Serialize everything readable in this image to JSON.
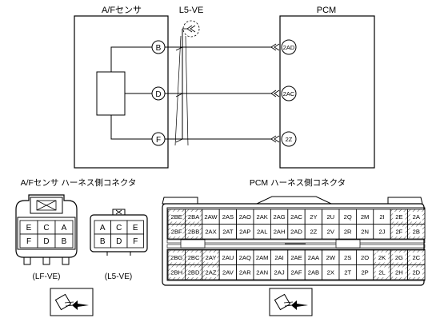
{
  "top_labels": {
    "af_sensor": "A/Fセンサ",
    "l5ve": "L5-VE",
    "pcm": "PCM"
  },
  "sensor_terminals": [
    "B",
    "D",
    "F"
  ],
  "pcm_terminals": [
    "2AD",
    "2AC",
    "2Z"
  ],
  "bottom_titles": {
    "af_connector": "A/Fセンサ ハーネス側コネクタ",
    "pcm_connector": "PCM ハーネス側コネクタ"
  },
  "lfve_connector": {
    "rows": [
      [
        "E",
        "C",
        "A"
      ],
      [
        "F",
        "D",
        "B"
      ]
    ],
    "caption": "(LF-VE)"
  },
  "l5ve_connector": {
    "rows": [
      [
        "A",
        "C",
        "E"
      ],
      [
        "B",
        "D",
        "F"
      ]
    ],
    "caption": "(L5-VE)"
  },
  "pcm_connector": {
    "upper": [
      [
        "2BE",
        "2BA",
        "2AW",
        "2AS",
        "2AO",
        "2AK",
        "2AG",
        "2AC",
        "2Y",
        "2U",
        "2Q",
        "2M",
        "2I",
        "2E",
        "2A"
      ],
      [
        "2BF",
        "2BB",
        "2AX",
        "2AT",
        "2AP",
        "2AL",
        "2AH",
        "2AD",
        "2Z",
        "2V",
        "2R",
        "2N",
        "2J",
        "2F",
        "2B"
      ]
    ],
    "lower": [
      [
        "2BG",
        "2BC",
        "2AY",
        "2AU",
        "2AQ",
        "2AM",
        "2AI",
        "2AE",
        "2AA",
        "2W",
        "2S",
        "2O",
        "2K",
        "2G",
        "2C"
      ],
      [
        "2BH",
        "2BD",
        "2AZ",
        "2AV",
        "2AR",
        "2AN",
        "2AJ",
        "2AF",
        "2AB",
        "2X",
        "2T",
        "2P",
        "2L",
        "2H",
        "2D"
      ]
    ]
  }
}
